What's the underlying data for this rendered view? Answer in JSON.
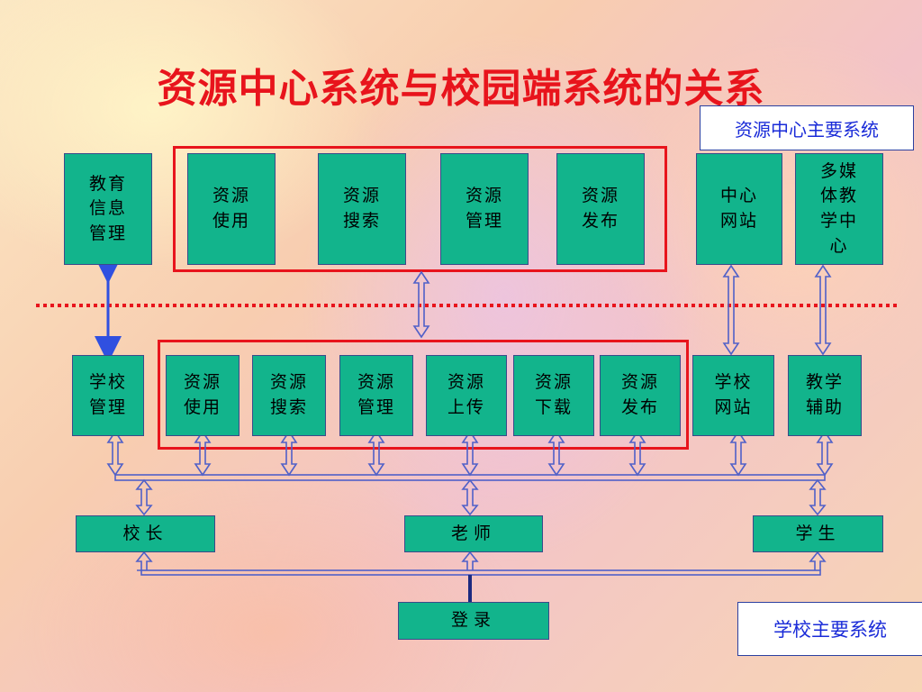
{
  "title": "资源中心系统与校园端系统的关系",
  "labels": {
    "center_system": "资源中心主要系统",
    "school_system": "学校主要系统"
  },
  "top_row": {
    "edu_info": "教育\n信息\n管理",
    "res_use": "资源\n使用",
    "res_search": "资源\n搜索",
    "res_manage": "资源\n管理",
    "res_publish": "资源\n发布",
    "center_site": "中心\n网站",
    "multimedia": "多媒\n体教\n学中\n心"
  },
  "mid_row": {
    "school_manage": "学校\n管理",
    "res_use": "资源\n使用",
    "res_search": "资源\n搜索",
    "res_manage": "资源\n管理",
    "res_upload": "资源\n上传",
    "res_download": "资源\n下载",
    "res_publish": "资源\n发布",
    "school_site": "学校\n网站",
    "teach_assist": "教学\n辅助"
  },
  "users": {
    "principal": "校长",
    "teacher": "老师",
    "student": "学生",
    "login": "登录"
  },
  "colors": {
    "title": "#e8141c",
    "node_fill": "#12b48c",
    "frame": "#e8141c",
    "divider": "#e8141c",
    "label_text": "#1a2bd8",
    "arrow_blue": "#3050e0"
  }
}
